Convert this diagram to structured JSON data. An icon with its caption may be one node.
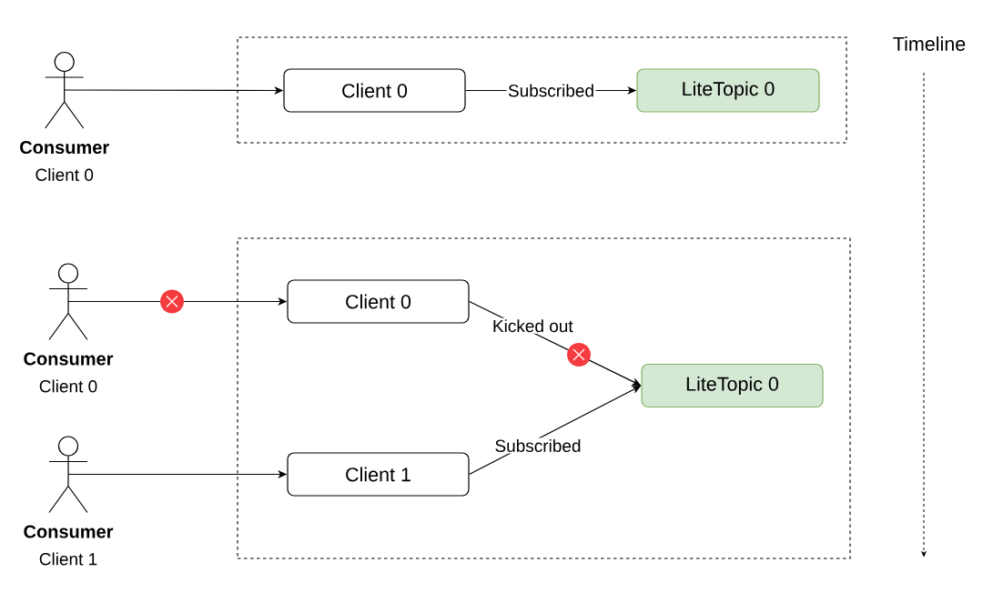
{
  "diagram": {
    "nodes": [
      {
        "text": [
          "Consumer",
          "Client 0"
        ]
      },
      {
        "text": [],
        "shape": "box"
      },
      {
        "text": [
          "Client 0"
        ],
        "in": 1
      },
      {
        "text": [
          "LiteTopic 0"
        ],
        "in": 1
      },
      {
        "text": [
          "Consumer",
          "Client 0"
        ]
      },
      {
        "text": [
          "Consumer",
          "Client 1"
        ]
      },
      {
        "text": [],
        "shape": "box"
      },
      {
        "text": [
          "Client 0"
        ],
        "in": 6
      },
      {
        "text": [
          "LiteTopic 0"
        ],
        "in": 6
      },
      {
        "text": [
          "Client 1"
        ],
        "in": 6
      }
    ],
    "edges": [
      {
        "from": 0,
        "to": 2,
        "arrow": "to"
      },
      {
        "from": 2,
        "to": 3,
        "arrow": "to",
        "label": "Subscribed"
      },
      {
        "from": 4,
        "to": 7,
        "arrow": "to"
      },
      {
        "from": 7,
        "to": 8,
        "arrow": "to",
        "label": "Kicked out"
      },
      {
        "from": 9,
        "to": 8,
        "arrow": "to",
        "label": "Subscribed"
      },
      {
        "from": 5,
        "to": 9,
        "arrow": "to"
      }
    ],
    "labels": [
      "Timeline"
    ]
  }
}
